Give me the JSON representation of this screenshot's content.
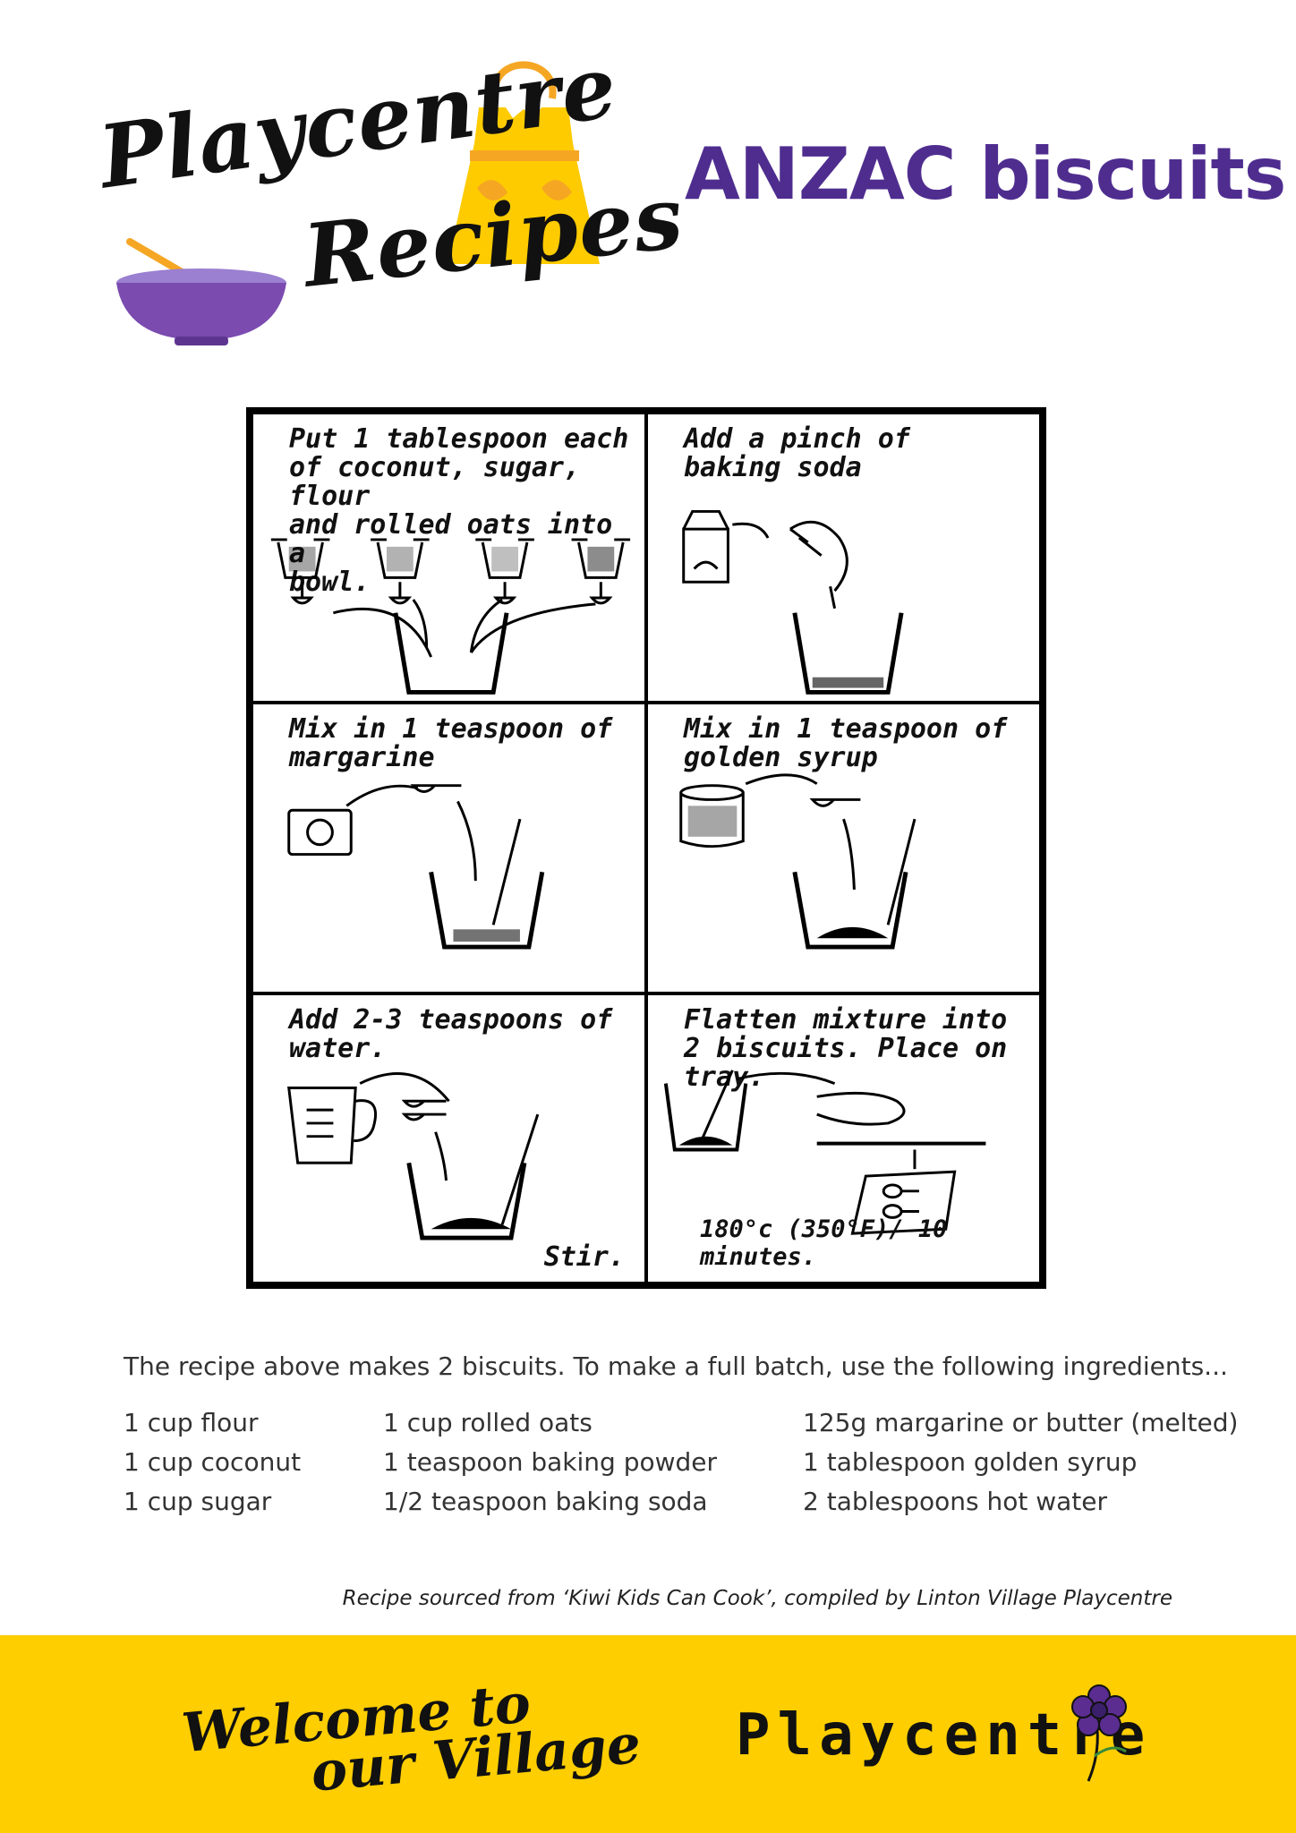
{
  "logo": {
    "line1": "Playcentre",
    "line2": "Recipes",
    "colors": {
      "bowl": "#7b4bb0",
      "apron": "#fecb00",
      "apron_trim": "#f5a623"
    },
    "apron_icon": "apron-icon",
    "bowl_icon": "mixing-bowl-icon"
  },
  "title": "ANZAC biscuits",
  "title_color": "#4f2d8f",
  "steps": [
    {
      "text": "Put 1 tablespoon each\nof coconut, sugar, flour\nand rolled oats into a\nbowl."
    },
    {
      "text": "Add a pinch of\nbaking soda"
    },
    {
      "text": "Mix in 1 teaspoon of\nmargarine"
    },
    {
      "text": "Mix in 1 teaspoon of\ngolden syrup"
    },
    {
      "text": "Add 2-3 teaspoons of\nwater.",
      "note": "Stir."
    },
    {
      "text": "Flatten mixture into\n2 biscuits. Place on tray.",
      "note": "180°c (350°F)/ 10 minutes."
    }
  ],
  "intro": "The recipe above makes 2 biscuits. To make a full batch, use the following ingredients...",
  "ingredients": {
    "col1": [
      "1 cup flour",
      "1 cup coconut",
      "1 cup sugar"
    ],
    "col2": [
      "1 cup rolled oats",
      "1 teaspoon baking powder",
      "1/2 teaspoon baking soda"
    ],
    "col3": [
      "125g margarine or butter (melted)",
      "1 tablespoon golden syrup",
      "2 tablespoons hot water"
    ]
  },
  "source": "Recipe sourced from ‘Kiwi Kids Can Cook’, compiled by Linton Village Playcentre",
  "footer": {
    "welcome_line1": "Welcome to",
    "welcome_line2": "our Village",
    "brand": "Playcentre",
    "background": "#fece00",
    "flower_icon": "flower-icon"
  }
}
